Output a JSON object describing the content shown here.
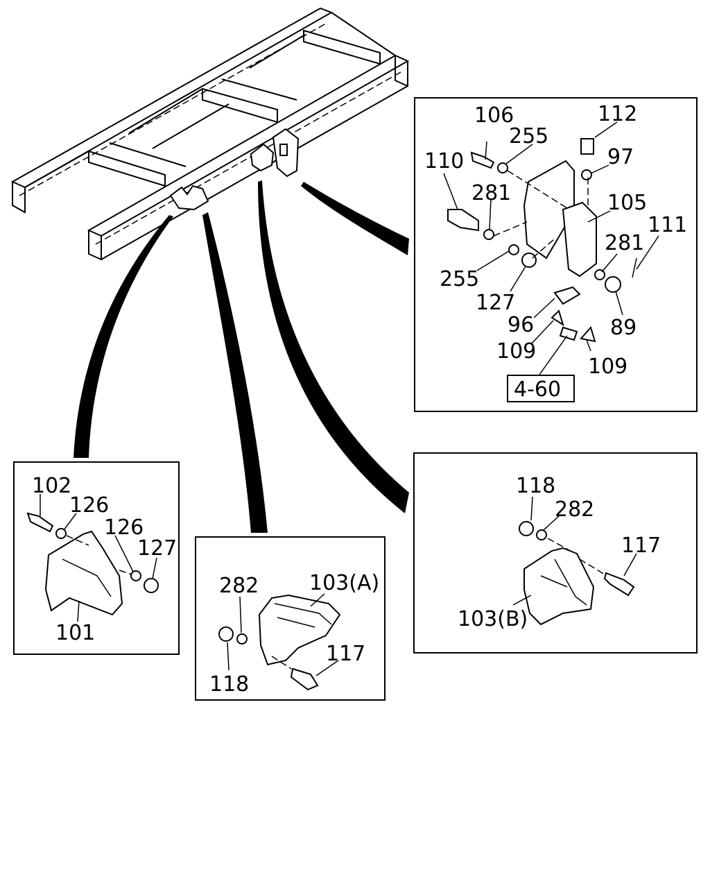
{
  "diagram": {
    "callouts_top_right": [
      "106",
      "255",
      "112",
      "97",
      "110",
      "281",
      "105",
      "111",
      "281",
      "255",
      "127",
      "96",
      "89",
      "109",
      "109"
    ],
    "reference_box": "4-60",
    "callouts_bottom_left": [
      "102",
      "126",
      "126",
      "127",
      "101"
    ],
    "callouts_bottom_middle": [
      "282",
      "103(A)",
      "118",
      "117"
    ],
    "callouts_bottom_right": [
      "118",
      "282",
      "117",
      "103(B)"
    ]
  }
}
